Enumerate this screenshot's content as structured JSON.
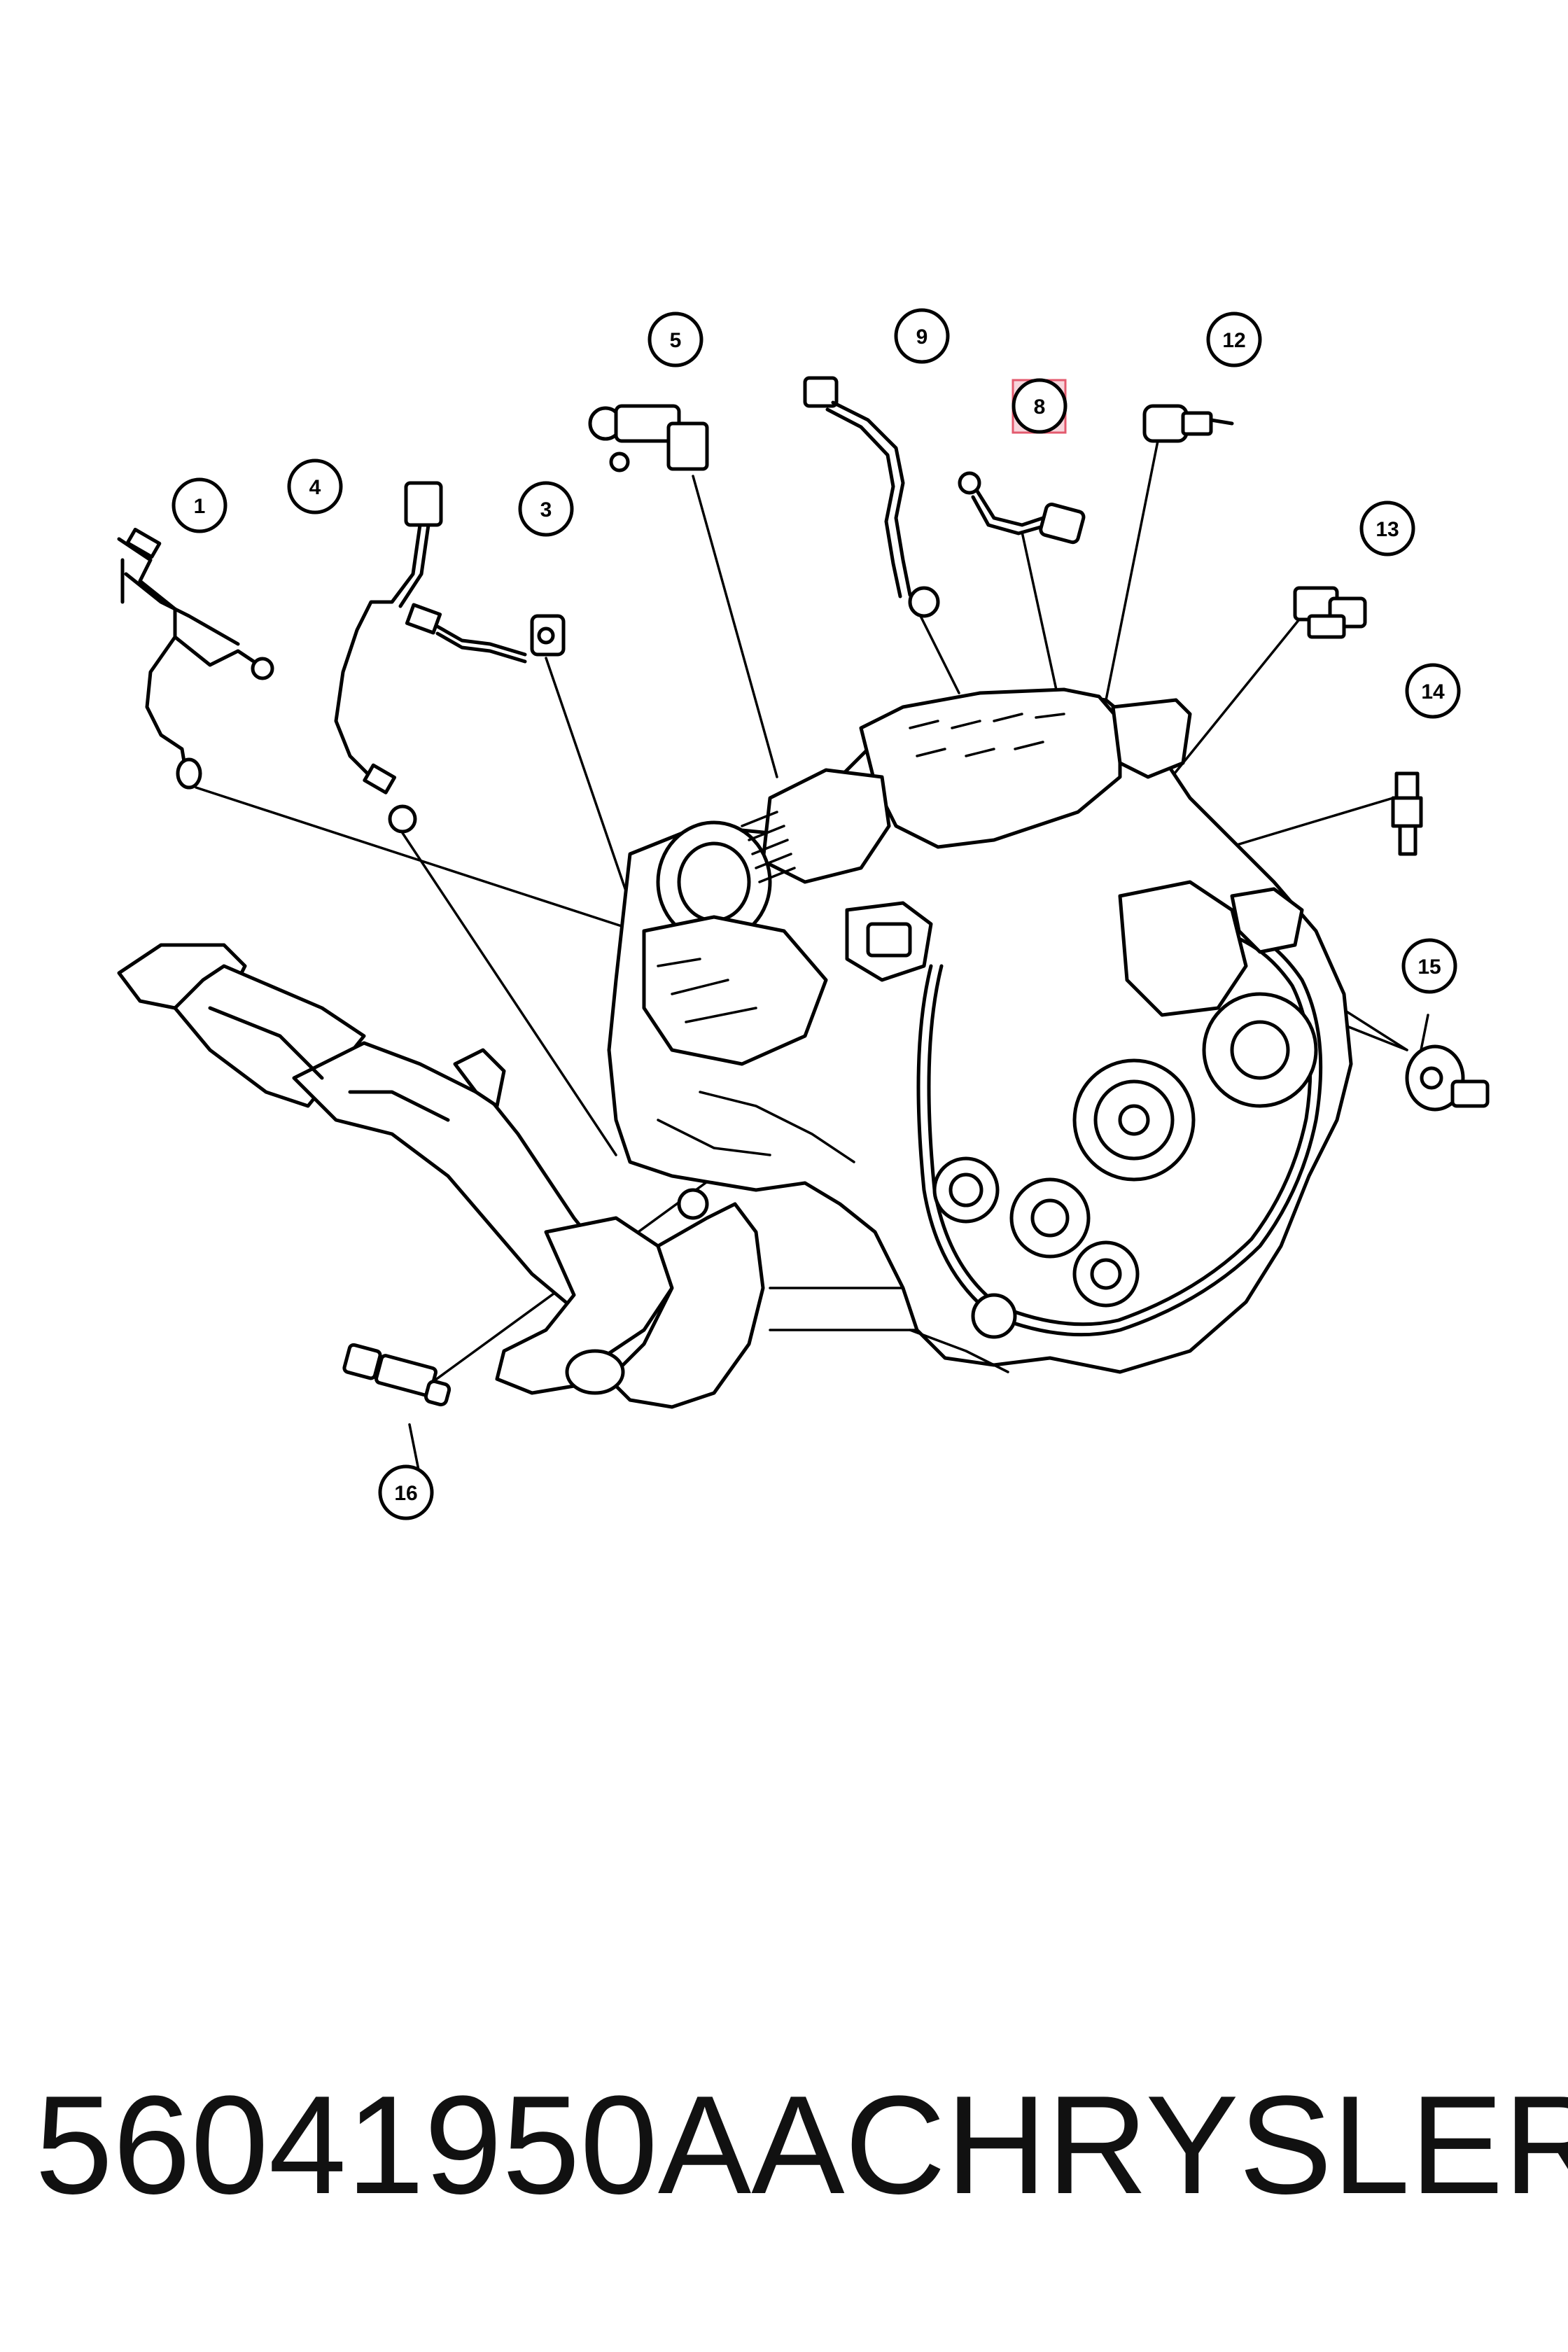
{
  "callouts": [
    "1",
    "3",
    "4",
    "5",
    "8",
    "9",
    "12",
    "13",
    "14",
    "15",
    "16"
  ],
  "highlighted_callout": "8",
  "caption": {
    "part_number": "56041950AA",
    "brand": "CHRYSLER"
  }
}
